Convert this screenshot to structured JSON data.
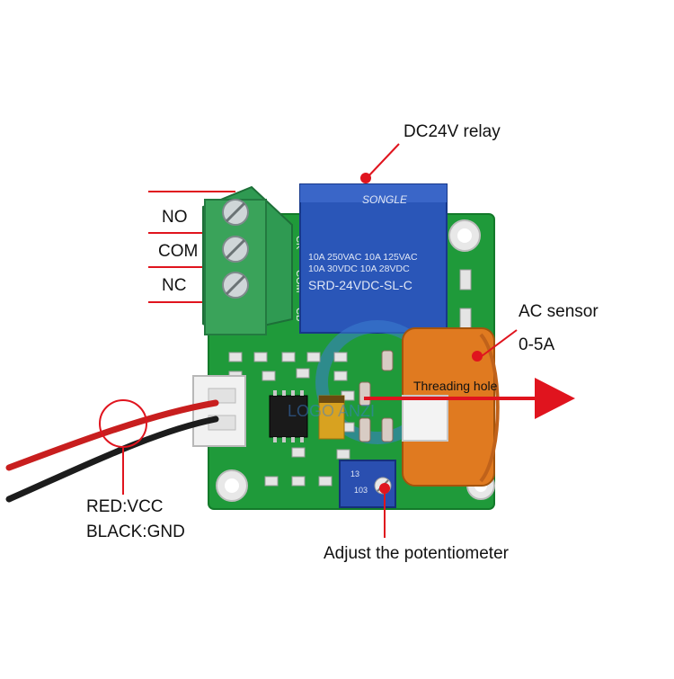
{
  "callouts": {
    "relay": "DC24V relay",
    "ac_sensor": "AC sensor",
    "ac_range": "0-5A",
    "threading_hole": "Threading hole",
    "adjust": "Adjust the potentiometer",
    "red_wire": "RED:VCC",
    "black_wire": "BLACK:GND"
  },
  "terminals": {
    "no": "NO",
    "com": "COM",
    "nc": "NC"
  },
  "relay_print": {
    "brand": "SONGLE",
    "rating_1": "10A 250VAC  10A 125VAC",
    "rating_2": "10A  30VDC  10A  28VDC",
    "model": "SRD-24VDC-SL-C"
  },
  "silkscreen": {
    "ck": "CK",
    "com": "COM",
    "cb": "CB"
  },
  "trimpot": {
    "code": "103",
    "num": "13"
  },
  "watermark": "LOGO    ANZI",
  "colors": {
    "pcb": "#1f9a3a",
    "terminal": "#3aa35a",
    "relay": "#2a56b8",
    "sensor": "#e07a20",
    "callout": "#e0141e"
  }
}
